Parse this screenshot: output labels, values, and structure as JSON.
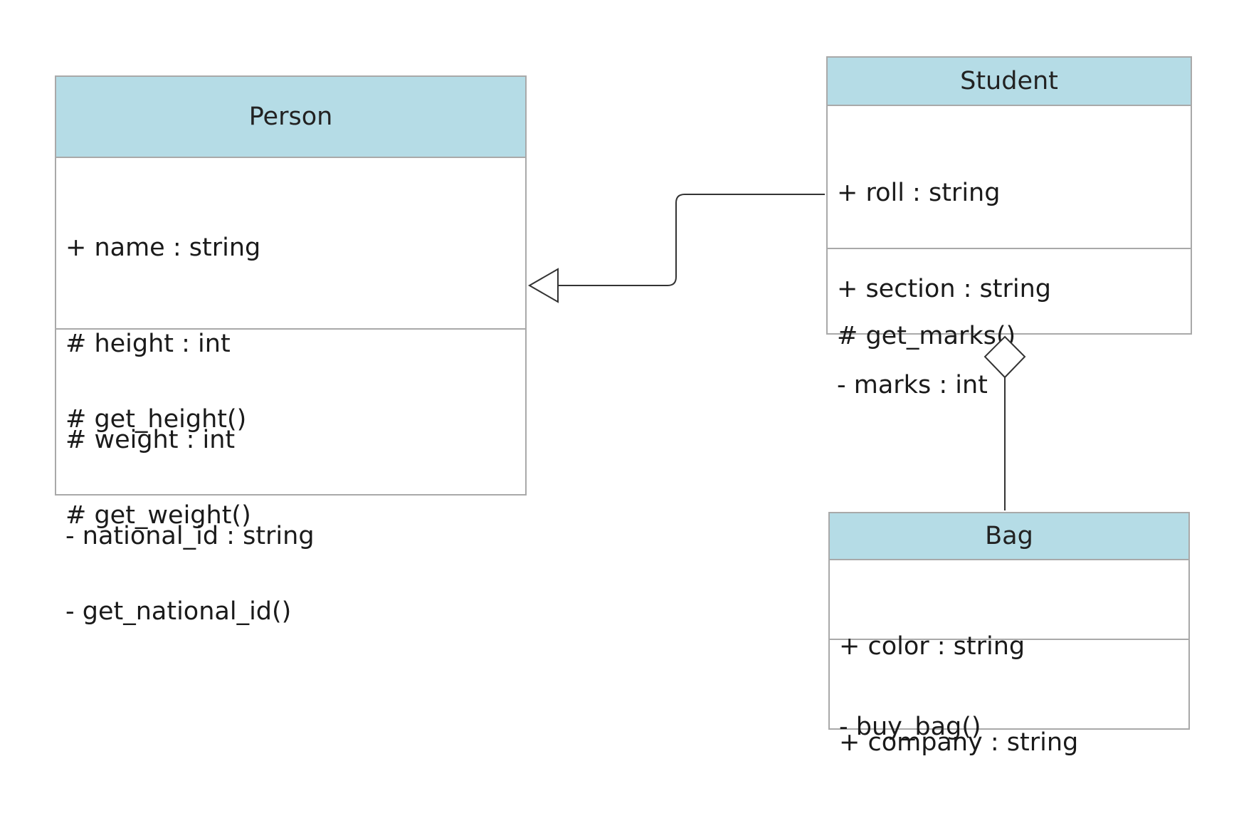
{
  "classes": {
    "person": {
      "name": "Person",
      "attributes": [
        "+ name : string",
        "# height : int",
        "# weight : int",
        "- national_id : string"
      ],
      "methods": [
        "# get_height()",
        "# get_weight()",
        "- get_national_id()"
      ]
    },
    "student": {
      "name": "Student",
      "attributes": [
        "+ roll : string",
        "+ section : string",
        "- marks : int"
      ],
      "methods": [
        "# get_marks()"
      ]
    },
    "bag": {
      "name": "Bag",
      "attributes": [
        "+ color : string",
        "+ company : string"
      ],
      "methods": [
        "- buy_bag()"
      ]
    }
  },
  "relationships": [
    {
      "type": "generalization",
      "from": "Student",
      "to": "Person"
    },
    {
      "type": "aggregation",
      "whole": "Student",
      "part": "Bag"
    }
  ],
  "colors": {
    "header_fill": "#b5dce6",
    "border": "#a9a9a9",
    "line": "#333333"
  }
}
